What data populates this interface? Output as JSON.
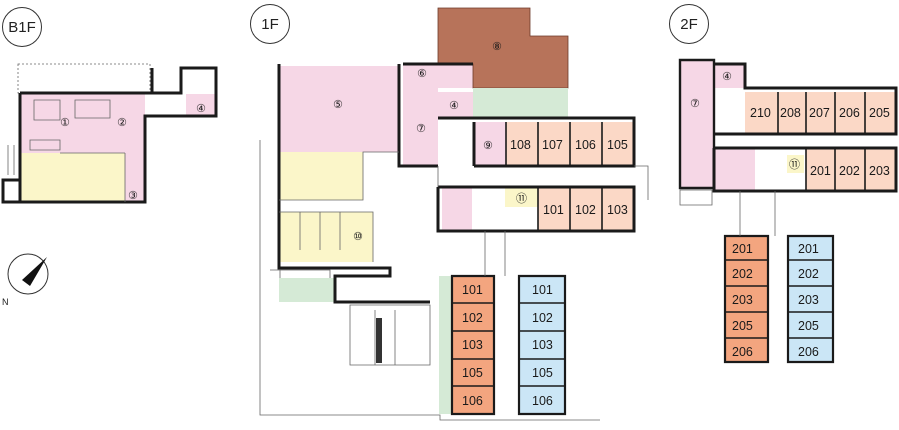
{
  "floors": {
    "b1": {
      "badge": "B1F",
      "rooms": {
        "r1": "①",
        "r2": "②",
        "r3": "③",
        "r4": "④"
      }
    },
    "f1": {
      "badge": "1F",
      "rooms": {
        "r4": "④",
        "r5": "⑤",
        "r6": "⑥",
        "r7": "⑦",
        "r8": "⑧",
        "r9": "⑨",
        "r10": "⑩",
        "r11": "⑪",
        "main_top": [
          "108",
          "107",
          "106",
          "105"
        ],
        "main_bottom": [
          "101",
          "102",
          "103"
        ],
        "annex_orange": [
          "101",
          "102",
          "103",
          "105",
          "106"
        ],
        "annex_blue": [
          "101",
          "102",
          "103",
          "105",
          "106"
        ]
      }
    },
    "f2": {
      "badge": "2F",
      "rooms": {
        "r4": "④",
        "r7": "⑦",
        "r11": "⑪",
        "main_top": [
          "210",
          "208",
          "207",
          "206",
          "205"
        ],
        "main_bottom": [
          "201",
          "202",
          "203"
        ],
        "annex_orange": [
          "201",
          "202",
          "203",
          "205",
          "206"
        ],
        "annex_blue": [
          "201",
          "202",
          "203",
          "205",
          "206"
        ]
      }
    }
  },
  "compass": {
    "label": "N"
  },
  "colors": {
    "public_pink": "#f6d7e6",
    "service_yellow": "#fbf6c9",
    "room_orange": "#f3a57f",
    "room_peach": "#fbd8c6",
    "room_blue": "#cbe6f6",
    "garden_green": "#d5ead6",
    "deck_wood": "#b7735a",
    "wall": "#1a1a1a"
  }
}
